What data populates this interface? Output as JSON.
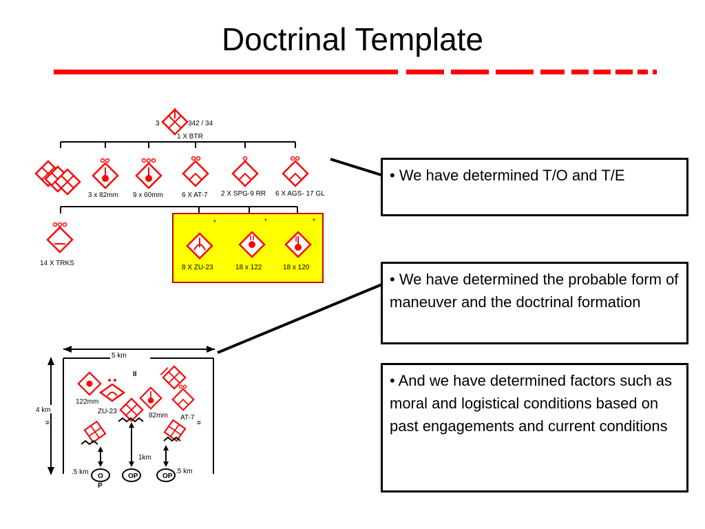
{
  "title": "Doctrinal Template",
  "colors": {
    "accent": "#ff0000",
    "highlight": "#ffff00",
    "border": "#cc0000"
  },
  "org_chart": {
    "hq": {
      "left": "3",
      "right": "342 / 34",
      "sub": "1 X BTR"
    },
    "row1": [
      {
        "label": "",
        "icon": "mech-inf-diamond-icon"
      },
      {
        "label": "3 x 82mm",
        "icon": "mortar-diamond-icon"
      },
      {
        "label": "9 x 60mm",
        "icon": "mortar-diamond-icon"
      },
      {
        "label": "6 X AT-7",
        "icon": "antitank-diamond-icon"
      },
      {
        "label": "2 X SPG-9 RR",
        "icon": "recoilless-diamond-icon"
      },
      {
        "label": "6 X AGS- 17 GL",
        "icon": "grenade-launcher-diamond-icon"
      }
    ],
    "row2": [
      {
        "label": "14 X TRKS",
        "icon": "truck-diamond-icon",
        "mark": ""
      },
      {
        "label": "8 X ZU-23",
        "icon": "air-defense-diamond-icon",
        "mark": "*"
      },
      {
        "label": "18 x 122",
        "icon": "artillery-diamond-icon",
        "mark": "*"
      },
      {
        "label": "18 x 120",
        "icon": "mortar-diamond-icon",
        "mark": "*"
      }
    ]
  },
  "formation": {
    "width": "5 km",
    "depth": "4 km",
    "echelon": "II",
    "left_gap": ".5 km",
    "right_gap": ".5 km",
    "center_gap": "1km",
    "labels": {
      "r122": "122mm",
      "zu23": "ZU-23",
      "m82": "82mm",
      "at7": "AT-7"
    },
    "op_left": "O P",
    "op_left_o": "O",
    "op_left_p": "P",
    "op_center": "OP",
    "op_right": "OP",
    "eq_left": "=",
    "eq_right": "="
  },
  "callouts": [
    "• We have determined T/O and T/E",
    "• We have determined the probable form of maneuver and the doctrinal formation",
    "• And we have determined factors such as moral and logistical conditions based on past engagements and current conditions"
  ]
}
